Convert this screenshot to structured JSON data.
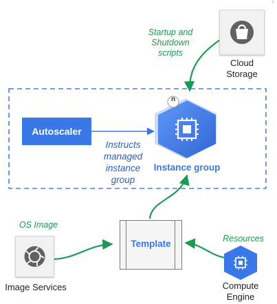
{
  "page_number": "4",
  "cloud_storage": {
    "label_line1": "Cloud",
    "label_line2": "Storage",
    "icon": "storage-bag-icon"
  },
  "startup_scripts": {
    "line1": "Startup and",
    "line2": "Shutdown",
    "line3": "scripts"
  },
  "autoscaler": {
    "label": "Autoscaler"
  },
  "instructs": {
    "line1": "Instructs",
    "line2": "managed",
    "line3": "instance",
    "line4": "group"
  },
  "instance_group": {
    "label": "Instance group",
    "badge": "n",
    "icon": "chip-icon"
  },
  "os_image": {
    "label": "OS Image"
  },
  "image_services": {
    "label": "Image Services",
    "icon": "aperture-icon"
  },
  "template": {
    "label": "Template"
  },
  "resources": {
    "label": "Resources"
  },
  "compute_engine": {
    "label_line1": "Compute",
    "label_line2": "Engine",
    "icon": "chip-icon"
  },
  "colors": {
    "blue": "#3b78e7",
    "green": "#1a9a52",
    "dashed_border": "#4a7fe0"
  }
}
